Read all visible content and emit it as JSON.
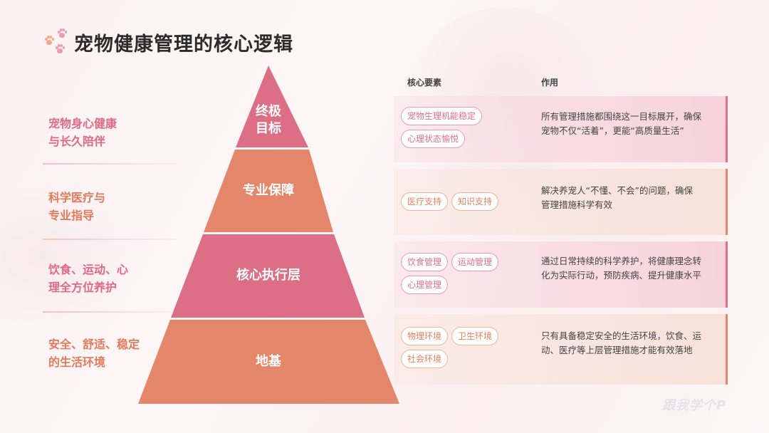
{
  "title": "宠物健康管理的核心逻辑",
  "title_icon": "paw-prints-icon",
  "colors": {
    "pink": "#dc6e86",
    "orange": "#e3866a",
    "pink_text": "#de6a86",
    "orange_text": "#e57a5a",
    "title_text": "#2b2b2b"
  },
  "columns": {
    "elements_header": "核心要素",
    "role_header": "作用"
  },
  "levels": [
    {
      "pyramid_label": "终极\n目标",
      "pyramid_label_lines": [
        "终极",
        "目标"
      ],
      "left_label_lines": [
        "宠物身心健康",
        "与长久陪伴"
      ],
      "color": "pink",
      "tags": [
        "宠物生理机能稳定",
        "心理状态愉悦"
      ],
      "description": "所有管理措施都围绕这一目标展开，确保宠物不仅“活着”，更能“高质量生活”"
    },
    {
      "pyramid_label": "专业保障",
      "pyramid_label_lines": [
        "专业保障"
      ],
      "left_label_lines": [
        "科学医疗与",
        "专业指导"
      ],
      "color": "orange",
      "tags": [
        "医疗支持",
        "知识支持"
      ],
      "description": "解决养宠人“不懂、不会”的问题，确保管理措施科学有效"
    },
    {
      "pyramid_label": "核心执行层",
      "pyramid_label_lines": [
        "核心执行层"
      ],
      "left_label_lines": [
        "饮食、运动、心",
        "理全方位养护"
      ],
      "color": "pink",
      "tags": [
        "饮食管理",
        "运动管理",
        "心理管理"
      ],
      "description": "通过日常持续的科学养护，将健康理念转化为实际行动，预防疾病、提升健康水平"
    },
    {
      "pyramid_label": "地基",
      "pyramid_label_lines": [
        "地基"
      ],
      "left_label_lines": [
        "安全、舒适、稳定",
        "的生活环境"
      ],
      "color": "orange",
      "tags": [
        "物理环境",
        "卫生环境",
        "社会环境"
      ],
      "description": "只有具备稳定安全的生活环境，饮食、运动、医疗等上层管理措施才能有效落地"
    }
  ],
  "watermark": "跟我学个P"
}
